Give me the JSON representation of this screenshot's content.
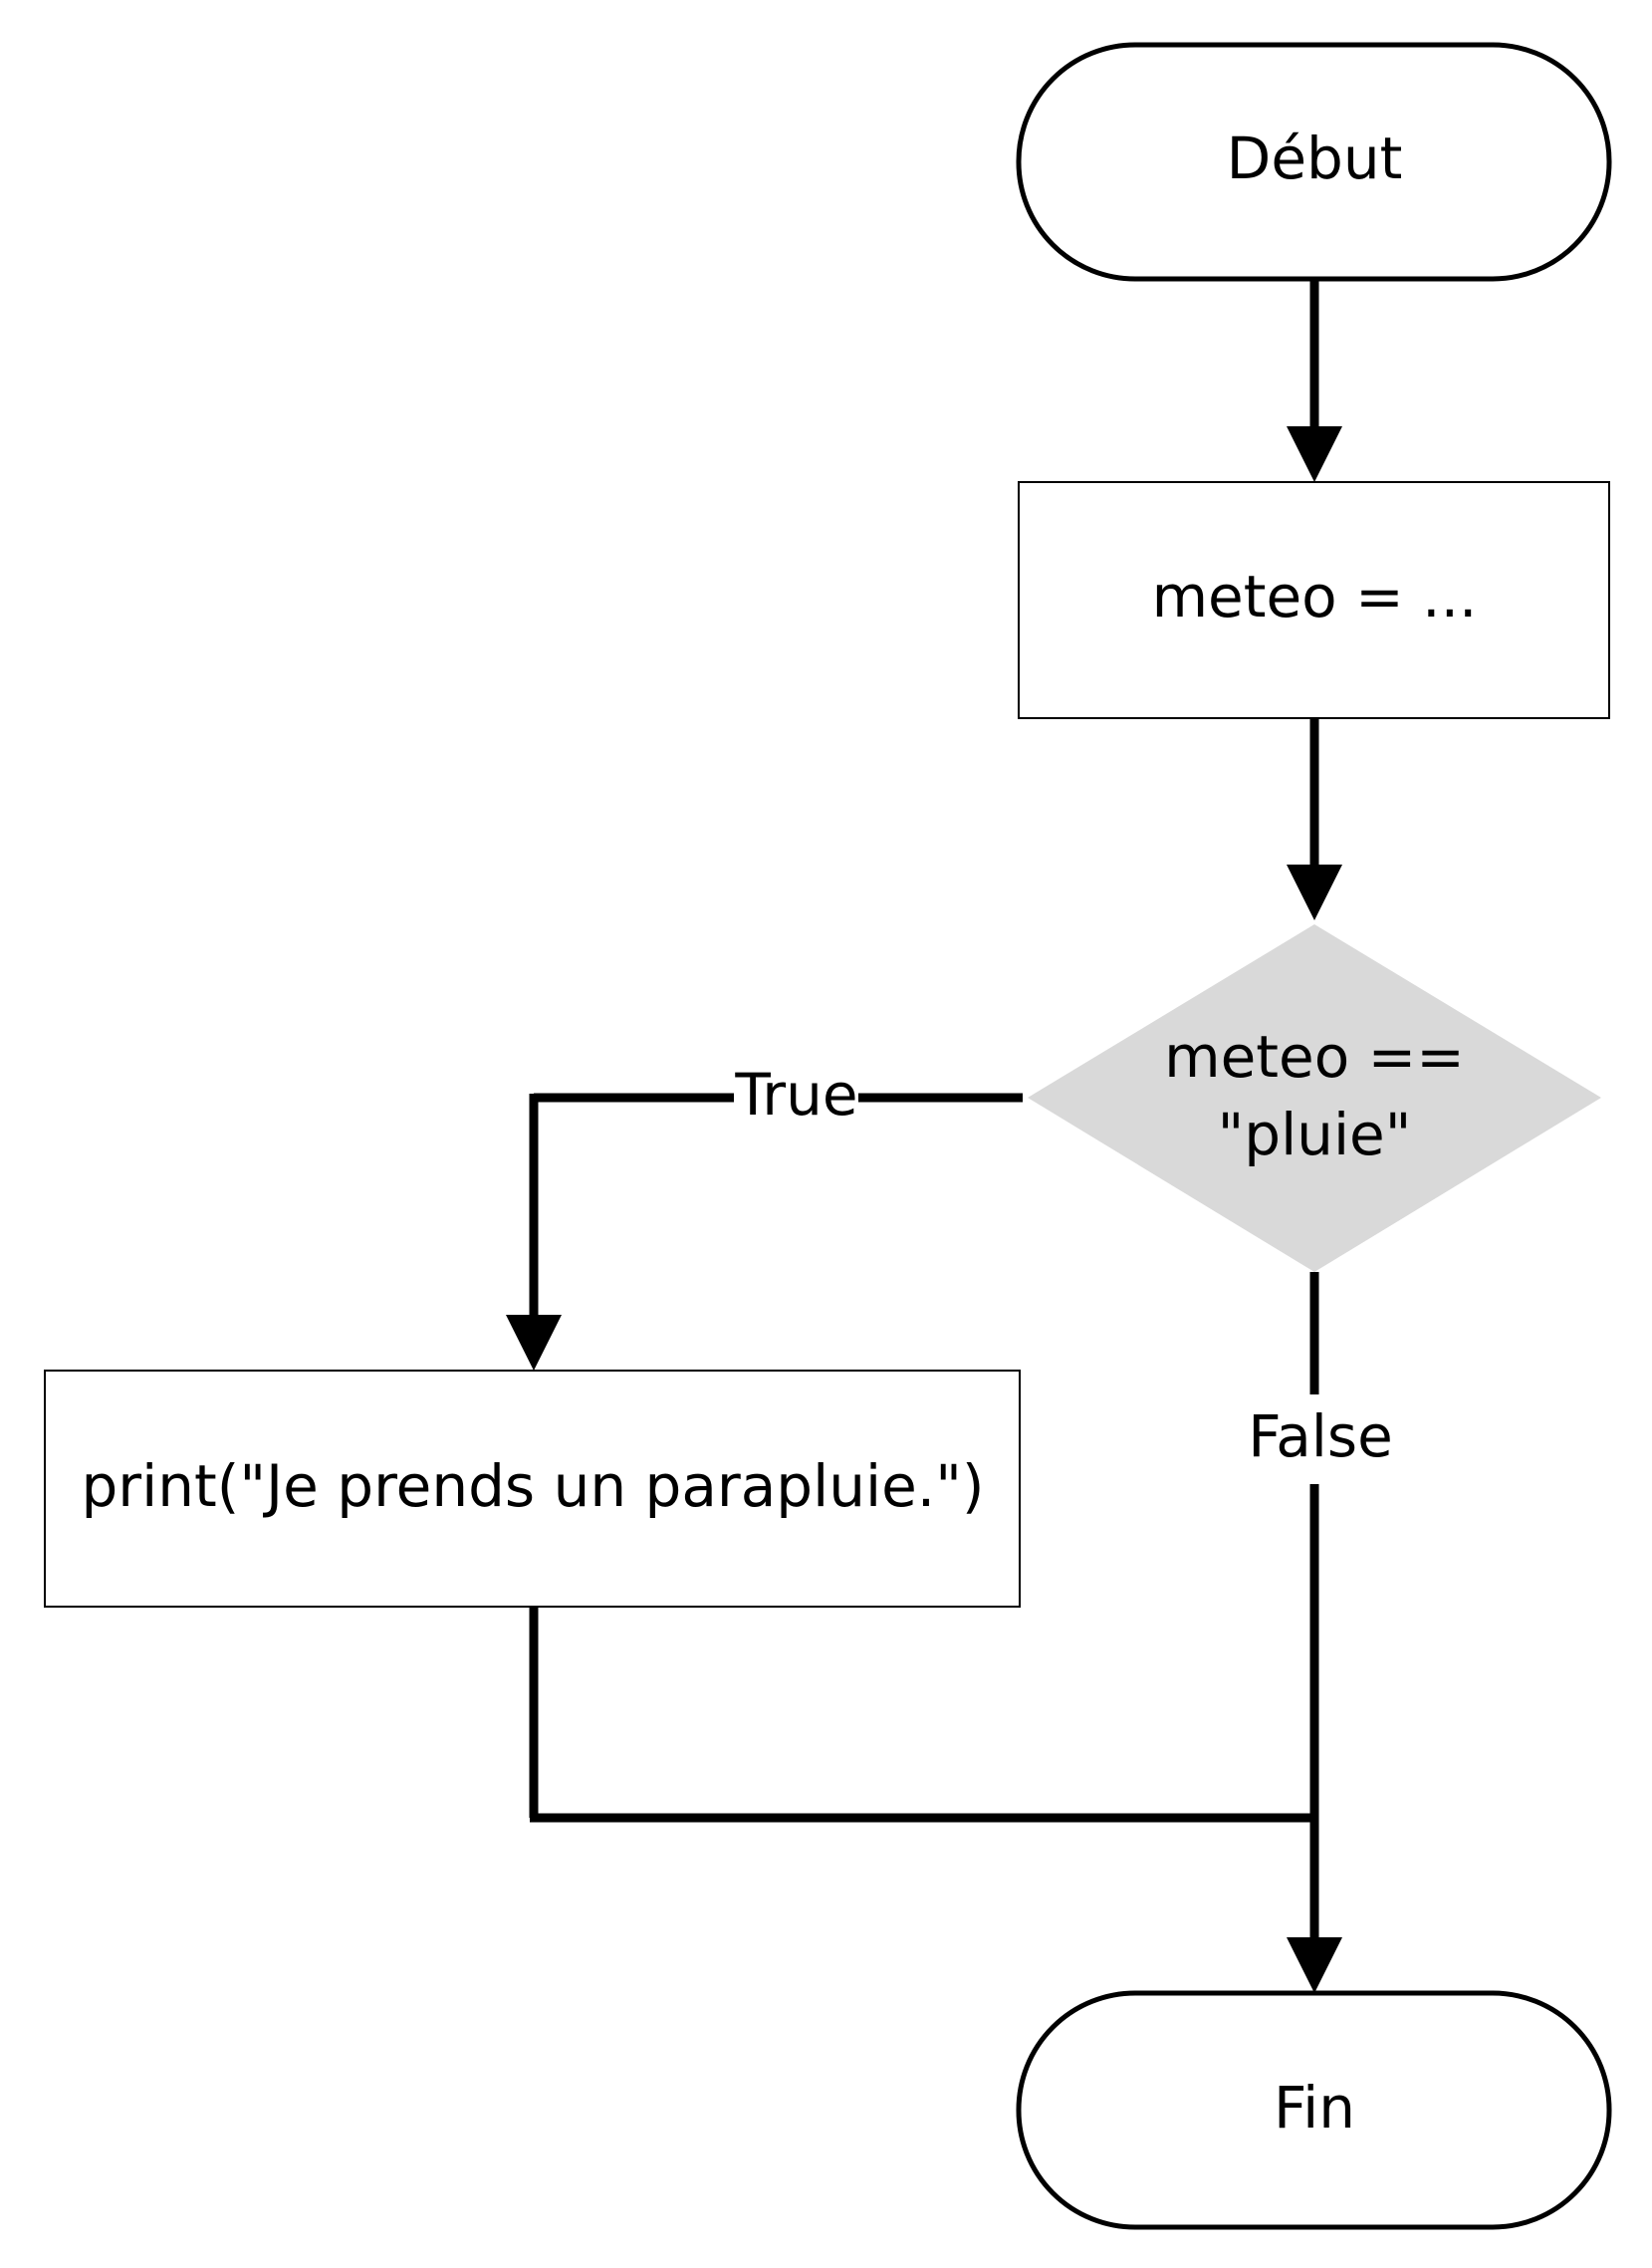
{
  "flowchart": {
    "start": {
      "label": "Début"
    },
    "assign": {
      "label": "meteo = ..."
    },
    "decision": {
      "line1": "meteo ==",
      "line2": "\"pluie\""
    },
    "action": {
      "label": "print(\"Je prends un parapluie.\")"
    },
    "end": {
      "label": "Fin"
    },
    "edges": {
      "true_label": "True",
      "false_label": "False"
    },
    "colors": {
      "stroke": "#000000",
      "decision_fill": "#d9d9d9",
      "box_fill": "#ffffff"
    }
  }
}
